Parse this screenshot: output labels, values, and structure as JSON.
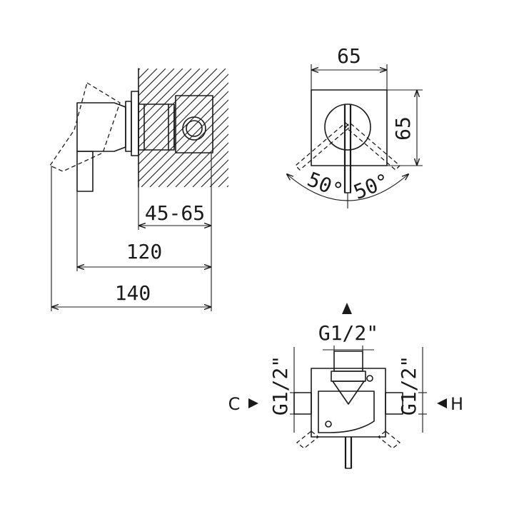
{
  "side_view": {
    "dim_wall_depth": "45-65",
    "dim_middle": "120",
    "dim_total": "140"
  },
  "front_view": {
    "dim_width": "65",
    "dim_height": "65",
    "angle_left": "50°",
    "angle_right": "50°"
  },
  "connection_view": {
    "thread_top": "G1/2\"",
    "thread_left": "G1/2\"",
    "thread_right": "G1/2\"",
    "label_cold": "C",
    "label_hot": "H"
  }
}
